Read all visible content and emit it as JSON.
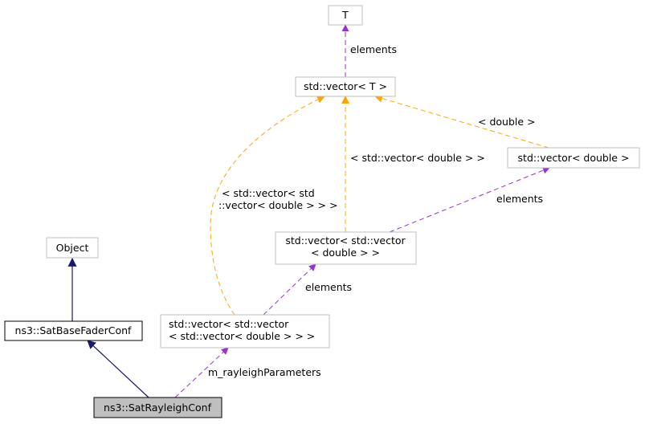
{
  "colors": {
    "inheritance": "#191970",
    "template": "#ffa500",
    "member": "#9a32cd",
    "box_border_plain": "#bfbfbf",
    "box_border_dark": "#000000",
    "highlight_fill": "#bfbfbf"
  },
  "nodes": {
    "t": {
      "label": "T"
    },
    "vector_t": {
      "label": "std::vector< T >"
    },
    "vector_double": {
      "label": "std::vector< double >"
    },
    "vector_vector_double": {
      "line1": "std::vector< std::vector",
      "line2": "< double > >"
    },
    "vector_vector_vector_double": {
      "line1": "std::vector< std::vector",
      "line2": "< std::vector< double > > >"
    },
    "object": {
      "label": "Object"
    },
    "sat_base_fader_conf": {
      "label": "ns3::SatBaseFaderConf"
    },
    "sat_rayleigh_conf": {
      "label": "ns3::SatRayleighConf"
    }
  },
  "edge_labels": {
    "t_elements": "elements",
    "double_template": "< double >",
    "vector_double_template": "< std::vector< double > >",
    "vvv_template_line1": "< std::vector< std",
    "vvv_template_line2": "::vector< double > > >",
    "vector_double_elements": "elements",
    "vv_elements": "elements",
    "rayleigh_parameters": "m_rayleighParameters"
  }
}
